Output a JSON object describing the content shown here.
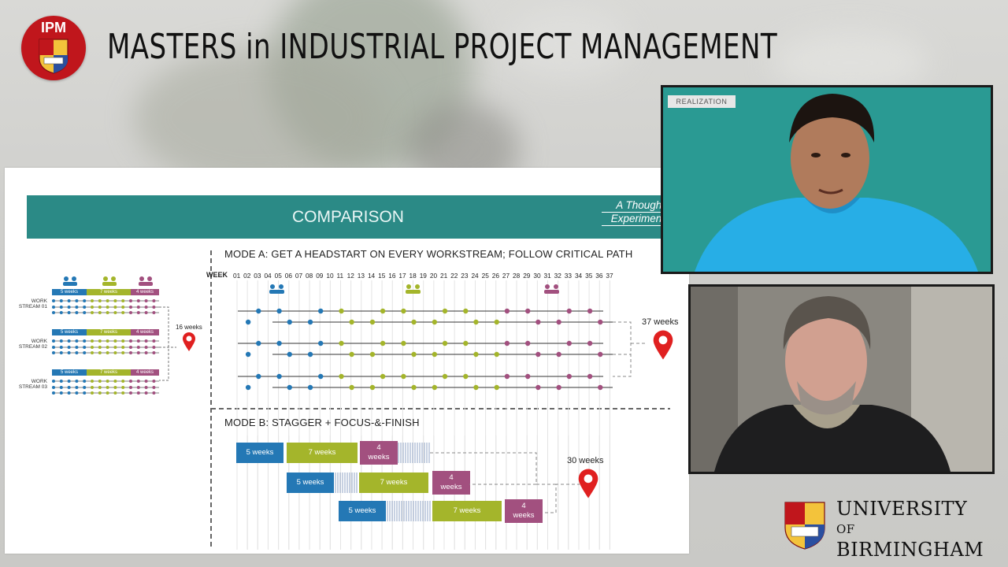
{
  "header": {
    "logo_text": "IPM",
    "title": "MASTERS in INDUSTRIAL PROJECT MANAGEMENT"
  },
  "slide": {
    "banner_title": "COMPARISON",
    "banner_sub_line1": "A Thought",
    "banner_sub_line2": "Experiment",
    "left_panel": {
      "bar_labels": [
        "5 weeks",
        "7 weeks",
        "4 weeks"
      ],
      "streams": [
        "WORK\nSTREAM 01",
        "WORK\nSTREAM 02",
        "WORK\nSTREAM 03"
      ],
      "total": "16 weeks"
    },
    "mode_a": {
      "title": "MODE A: GET A HEADSTART ON EVERY WORKSTREAM; FOLLOW CRITICAL PATH",
      "week_label": "WEEK",
      "weeks": [
        "01",
        "02",
        "03",
        "04",
        "05",
        "06",
        "07",
        "08",
        "09",
        "10",
        "11",
        "12",
        "13",
        "14",
        "15",
        "16",
        "17",
        "18",
        "19",
        "20",
        "21",
        "22",
        "23",
        "24",
        "25",
        "26",
        "27",
        "28",
        "29",
        "30",
        "31",
        "32",
        "33",
        "34",
        "35",
        "36",
        "37"
      ],
      "total": "37 weeks"
    },
    "mode_b": {
      "title": "MODE B: STAGGER + FOCUS-&-FINISH",
      "rows": [
        {
          "labels": [
            "5 weeks",
            "7 weeks",
            "4\nweeks"
          ]
        },
        {
          "labels": [
            "5 weeks",
            "7 weeks",
            "4\nweeks"
          ]
        },
        {
          "labels": [
            "5 weeks",
            "7 weeks",
            "4\nweeks"
          ]
        }
      ],
      "total": "30 weeks"
    }
  },
  "video": {
    "overlay_label": "REALIZATION"
  },
  "university": {
    "line1": "UNIVERSITY",
    "of": "OF",
    "line2": "BIRMINGHAM"
  },
  "colors": {
    "blue": "#2478b5",
    "green": "#a4b52b",
    "purple": "#a2507f",
    "teal": "#2b8a86",
    "red": "#e02020"
  }
}
